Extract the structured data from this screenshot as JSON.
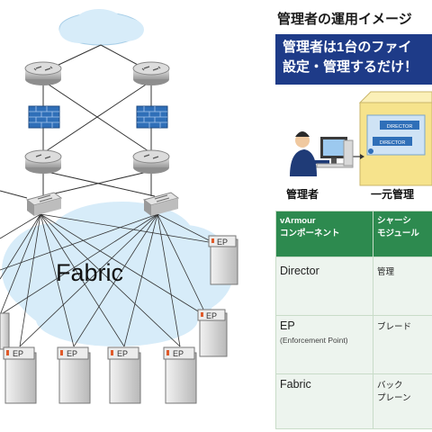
{
  "diagram": {
    "fabric_label": "Fabric",
    "endpoint_label": "EP"
  },
  "panel": {
    "title": "管理者の運用イメージ",
    "banner_line1": "管理者は1台のファイ",
    "banner_line2": "設定・管理するだけ！",
    "admin_label": "管理者",
    "central_label": "一元管理",
    "director_badge_1": "DIRECTOR",
    "director_badge_2": "DIRECTOR"
  },
  "table": {
    "header": {
      "col1_line1": "vArmour",
      "col1_line2": "コンポーネント",
      "col2_line1": "シャーシ",
      "col2_line2": "モジュール"
    },
    "rows": [
      {
        "component": "Director",
        "sub": "",
        "chassis_line1": "管理",
        "chassis_line2": ""
      },
      {
        "component": "EP",
        "sub": "(Enforcement Point)",
        "chassis_line1": "ブレード",
        "chassis_line2": ""
      },
      {
        "component": "Fabric",
        "sub": "",
        "chassis_line1": "バック",
        "chassis_line2": "プレーン"
      }
    ]
  },
  "colors": {
    "banner": "#1e3b88",
    "table_header": "#2d8a4f",
    "table_cell": "#edf4ee",
    "cloud": "#d7ecf9",
    "firewall": "#2f6fb8"
  }
}
